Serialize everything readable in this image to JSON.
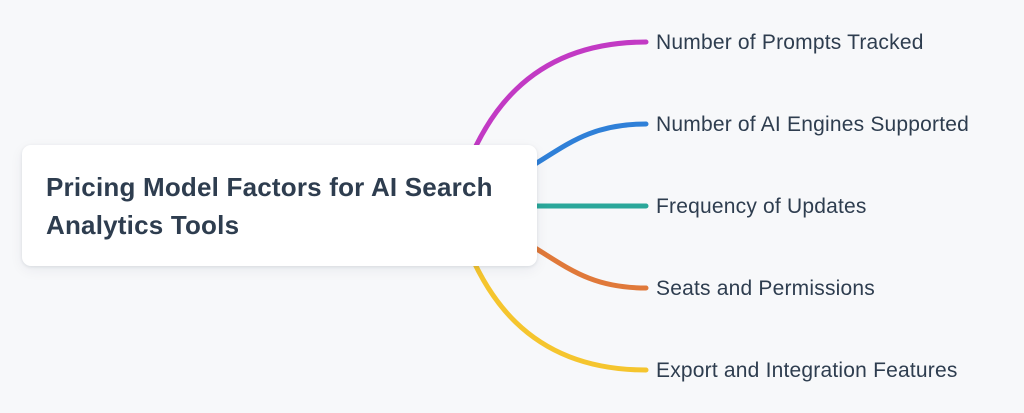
{
  "diagram": {
    "type": "mindmap",
    "root": {
      "label": "Pricing Model Factors for AI Search Analytics Tools"
    },
    "branches": [
      {
        "label": "Number of Prompts Tracked",
        "color": "#c23ac4"
      },
      {
        "label": "Number of AI Engines Supported",
        "color": "#2f80d8"
      },
      {
        "label": "Frequency of Updates",
        "color": "#2aa79a"
      },
      {
        "label": "Seats and Permissions",
        "color": "#e0793a"
      },
      {
        "label": "Export and Integration Features",
        "color": "#f5c52e"
      }
    ],
    "colors": {
      "background": "#f7f8fa",
      "node_bg": "#ffffff",
      "text": "#2e3d4f"
    }
  }
}
